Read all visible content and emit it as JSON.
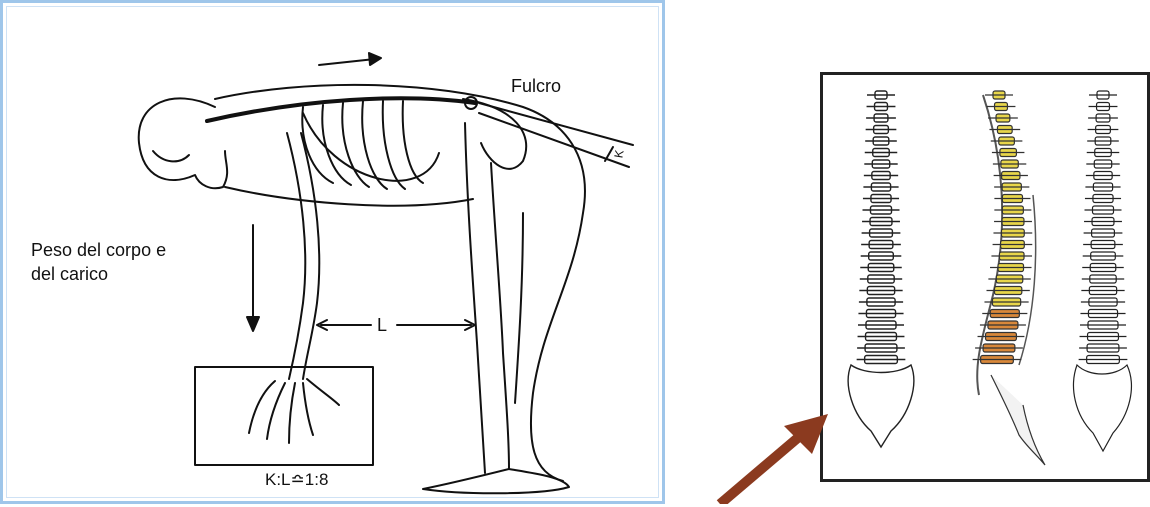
{
  "diagram": {
    "left_panel": {
      "fulcrum_label": "Fulcro",
      "weight_label_line1": "Peso del corpo e",
      "weight_label_line2": "del carico",
      "lever_label": "L",
      "moment_arm_label": "K",
      "ratio_label": "K:L≏1:8"
    },
    "right_panel": {
      "spine_views": [
        "anterior",
        "lateral",
        "posterior"
      ],
      "lateral_highlight_color": "#e8d64a",
      "lumbar_accent_color": "#d9883a"
    },
    "connector_arrow": {
      "color": "#8b3a1f"
    }
  }
}
